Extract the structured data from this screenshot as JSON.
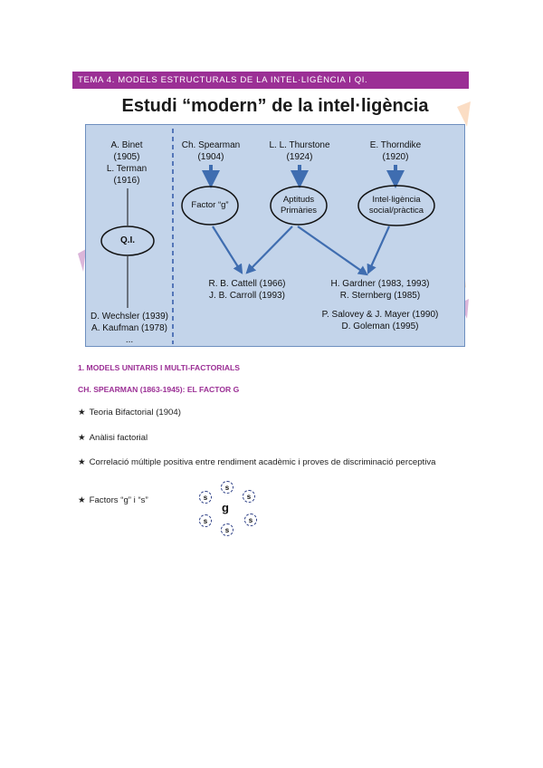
{
  "header": {
    "title": "TEMA 4. MODELS ESTRUCTURALS DE LA INTEL·LIGÈNCIA I QI."
  },
  "figure": {
    "title": "Estudi “modern” de la intel·ligència",
    "left_column": {
      "top_lines": [
        "A.  Binet",
        "(1905)",
        "L. Terman",
        "(1916)"
      ],
      "node": "Q.I.",
      "bottom_lines": [
        "D. Wechsler (1939)",
        "A. Kaufman (1978)",
        "..."
      ]
    },
    "authors": [
      {
        "name": "Ch. Spearman",
        "year": "(1904)"
      },
      {
        "name": "L. L. Thurstone",
        "year": "(1924)"
      },
      {
        "name": "E. Thorndike",
        "year": "(1920)"
      }
    ],
    "nodes": {
      "factor_g": "Factor “g”",
      "aptituds": [
        "Aptituds",
        "Primàries"
      ],
      "social": [
        "Intel·ligència",
        "social/pràctica"
      ]
    },
    "targets": {
      "left": [
        "R. B. Cattell (1966)",
        "J. B. Carroll (1993)"
      ],
      "right": [
        "H. Gardner (1983, 1993)",
        "R. Sternberg (1985)",
        "P. Salovey & J. Mayer (1990)",
        "D. Goleman (1995)"
      ]
    },
    "colors": {
      "panel": "#c3d4ea",
      "arrow": "#3f6db0",
      "header": "#9b2f95"
    }
  },
  "section": {
    "heading1": "1. MODELS UNITARIS I MULTI-FACTORIALS",
    "heading2": "CH. SPEARMAN (1863-1945): EL FACTOR G"
  },
  "bullets": [
    "Teoria Bifactorial (1904)",
    "Anàlisi factorial",
    "Correlació múltiple positiva entre rendiment acadèmic i proves de discriminació perceptiva",
    "Factors “g” i “s”"
  ],
  "bullet_icon": "★",
  "gfactor": {
    "center": "g",
    "satellite": "s"
  }
}
